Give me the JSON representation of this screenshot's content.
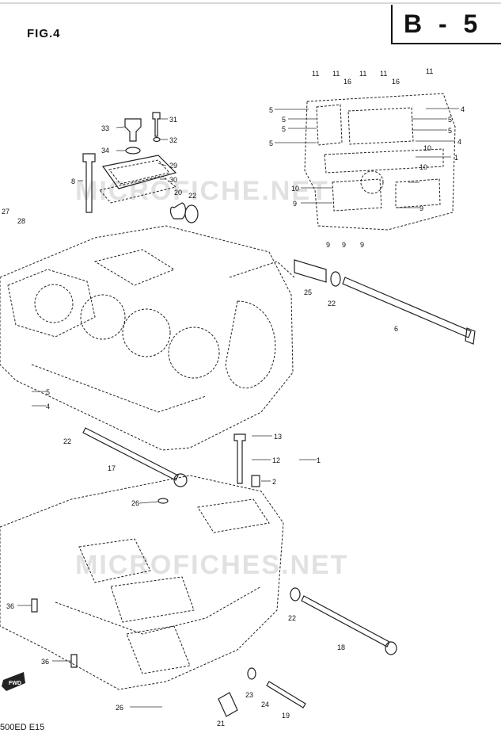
{
  "figure_label": "FIG.4",
  "section_badge": "B - 5",
  "footer_code": "500ED E15",
  "fwd_label": "FWD",
  "watermarks": [
    "MICROFICHE.NET",
    "MICROFICHES.NET"
  ],
  "callouts": [
    {
      "id": "c1",
      "text": "11"
    },
    {
      "id": "c2",
      "text": "11"
    },
    {
      "id": "c3",
      "text": "16"
    },
    {
      "id": "c4",
      "text": "11"
    },
    {
      "id": "c5",
      "text": "11"
    },
    {
      "id": "c6",
      "text": "16"
    },
    {
      "id": "c7",
      "text": "11"
    },
    {
      "id": "c8",
      "text": "5"
    },
    {
      "id": "c9",
      "text": "5"
    },
    {
      "id": "c10",
      "text": "5"
    },
    {
      "id": "c11",
      "text": "5"
    },
    {
      "id": "c12",
      "text": "4"
    },
    {
      "id": "c13",
      "text": "5"
    },
    {
      "id": "c14",
      "text": "5"
    },
    {
      "id": "c15",
      "text": "4"
    },
    {
      "id": "c16",
      "text": "10"
    },
    {
      "id": "c17",
      "text": "1"
    },
    {
      "id": "c18",
      "text": "10"
    },
    {
      "id": "c19",
      "text": "10"
    },
    {
      "id": "c20",
      "text": "9"
    },
    {
      "id": "c21",
      "text": "9"
    },
    {
      "id": "c22",
      "text": "9"
    },
    {
      "id": "c23",
      "text": "9"
    },
    {
      "id": "c24",
      "text": "9"
    },
    {
      "id": "c25",
      "text": "33"
    },
    {
      "id": "c26",
      "text": "31"
    },
    {
      "id": "c27",
      "text": "34"
    },
    {
      "id": "c28",
      "text": "32"
    },
    {
      "id": "c29",
      "text": "8"
    },
    {
      "id": "c30",
      "text": "29"
    },
    {
      "id": "c31",
      "text": "30"
    },
    {
      "id": "c32",
      "text": "20"
    },
    {
      "id": "c33",
      "text": "22"
    },
    {
      "id": "c34",
      "text": "27"
    },
    {
      "id": "c35",
      "text": "28"
    },
    {
      "id": "c36",
      "text": "25"
    },
    {
      "id": "c37",
      "text": "22"
    },
    {
      "id": "c38",
      "text": "6"
    },
    {
      "id": "c39",
      "text": "5"
    },
    {
      "id": "c40",
      "text": "4"
    },
    {
      "id": "c41",
      "text": "13"
    },
    {
      "id": "c42",
      "text": "12"
    },
    {
      "id": "c43",
      "text": "1"
    },
    {
      "id": "c44",
      "text": "2"
    },
    {
      "id": "c45",
      "text": "17"
    },
    {
      "id": "c46",
      "text": "26"
    },
    {
      "id": "c47",
      "text": "36"
    },
    {
      "id": "c48",
      "text": "22"
    },
    {
      "id": "c49",
      "text": "18"
    },
    {
      "id": "c50",
      "text": "36"
    },
    {
      "id": "c51",
      "text": "23"
    },
    {
      "id": "c52",
      "text": "24"
    },
    {
      "id": "c53",
      "text": "19"
    },
    {
      "id": "c54",
      "text": "26"
    },
    {
      "id": "c55",
      "text": "21"
    },
    {
      "id": "c56",
      "text": "22"
    }
  ]
}
